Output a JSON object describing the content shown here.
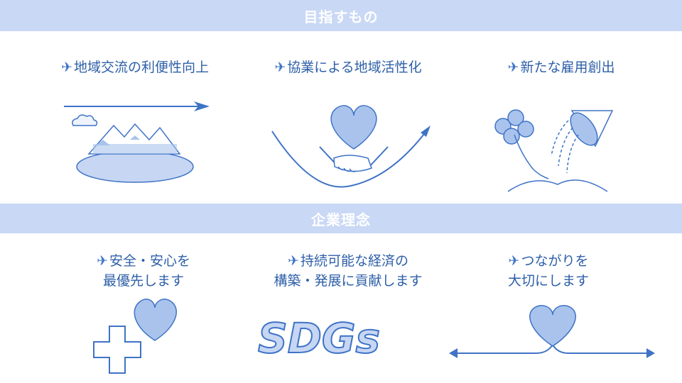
{
  "sections": {
    "goals_title": "目指すもの",
    "philosophy_title": "企業理念"
  },
  "goals": [
    {
      "icon": "airplane-icon",
      "label": "地域交流の利便性向上"
    },
    {
      "icon": "airplane-icon",
      "label": "協業による地域活性化"
    },
    {
      "icon": "airplane-icon",
      "label": "新たな雇用創出"
    }
  ],
  "philosophy": [
    {
      "icon": "airplane-icon",
      "line1": "安全・安心を",
      "line2": "最優先します"
    },
    {
      "icon": "airplane-icon",
      "line1": "持続可能な経済の",
      "line2": "構築・発展に貢献します"
    },
    {
      "icon": "airplane-icon",
      "line1": "つながりを",
      "line2": "大切にします"
    }
  ],
  "sdgs_logo": "SDGs",
  "plane_glyph": "✈",
  "colors": {
    "band": "#c9d8f5",
    "text": "#2e5fa8",
    "line": "#3f73c6",
    "fill": "#a9c3ec"
  }
}
